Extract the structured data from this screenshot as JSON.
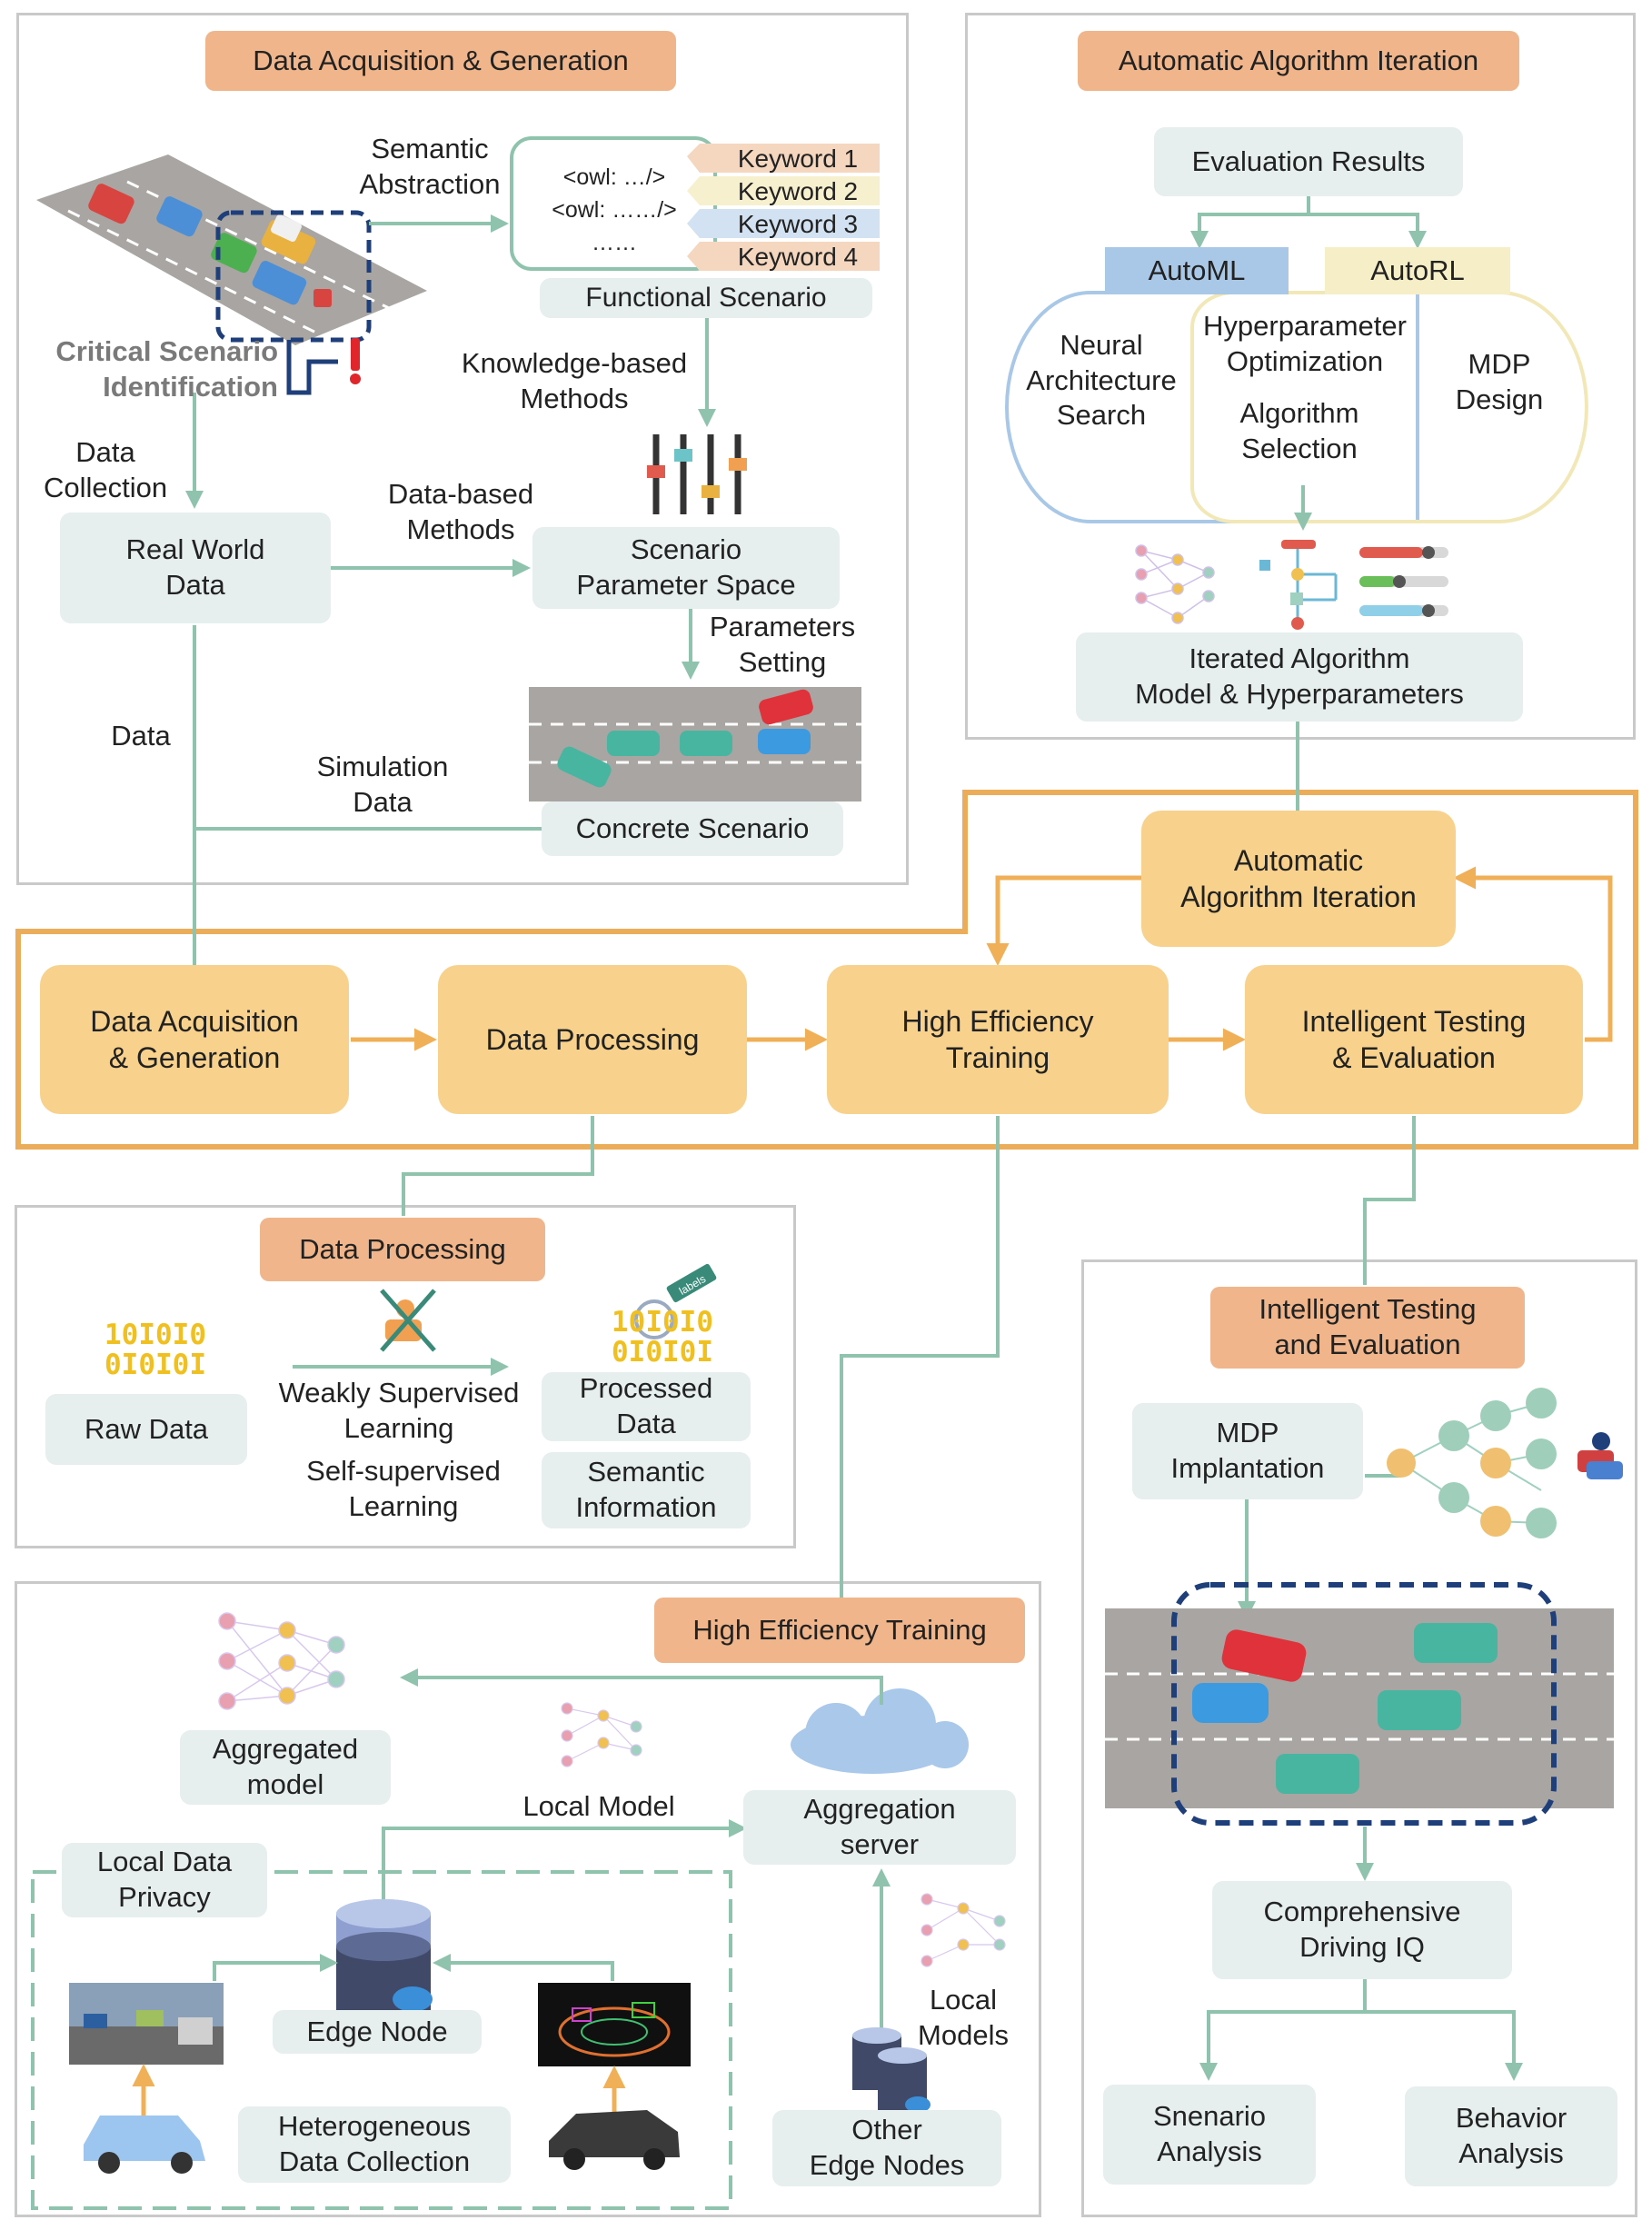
{
  "colors": {
    "teal": "#8fc3ae",
    "orange_arrow": "#f0b058",
    "header": "#f0b58a",
    "box": "#e6eeee",
    "process_box": "#f8d28c",
    "process_border": "#ecad5a",
    "automl": "#a9c8e8",
    "autorl": "#f6eec6",
    "road": "#a8a5a3",
    "dashed_blue": "#1f3f7a"
  },
  "center_flow": {
    "data_acq": "Data Acquisition\n& Generation",
    "data_proc": "Data Processing",
    "training": "High Efficiency\nTraining",
    "testing": "Intelligent Testing\n&  Evaluation",
    "auto_iter": "Automatic\nAlgorithm Iteration"
  },
  "acq_panel": {
    "header": "Data Acquisition & Generation",
    "semantic_abstraction": "Semantic\nAbstraction",
    "owl_lines": [
      "<owl: …/>",
      "<owl: ……/>",
      "……"
    ],
    "keywords": [
      "Keyword 1",
      "Keyword 2",
      "Keyword 3",
      "Keyword 4"
    ],
    "functional_scenario": "Functional Scenario",
    "critical": "Critical Scenario\nIdentification",
    "knowledge": "Knowledge-based\nMethods",
    "data_collection": "Data\nCollection",
    "real_world": "Real World\nData",
    "data_based": "Data-based\nMethods",
    "param_space": "Scenario\nParameter Space",
    "params_setting": "Parameters\nSetting",
    "data": "Data",
    "simulation_data": "Simulation\nData",
    "concrete": "Concrete Scenario"
  },
  "iter_panel": {
    "header": "Automatic Algorithm Iteration",
    "eval_results": "Evaluation Results",
    "automl": "AutoML",
    "autorl": "AutoRL",
    "nas": "Neural\nArchitecture\nSearch",
    "hpo": "Hyperparameter\nOptimization",
    "algo_sel": "Algorithm\nSelection",
    "mdp_design": "MDP\nDesign",
    "iterated": "Iterated Algorithm\nModel & Hyperparameters"
  },
  "proc_panel": {
    "header": "Data Processing",
    "binary1": "10I0I0\n0I0I0I",
    "binary2": "10I0I0\n0I0I0I",
    "labels_tag": "labels",
    "raw_data": "Raw Data",
    "weakly": "Weakly Supervised\nLearning",
    "self_sup": "Self-supervised\nLearning",
    "processed": "Processed\nData",
    "semantic": "Semantic\nInformation"
  },
  "train_panel": {
    "header": "High Efficiency Training",
    "aggregated": "Aggregated\nmodel",
    "local_model": "Local Model",
    "agg_server": "Aggregation\nserver",
    "privacy": "Local Data\nPrivacy",
    "edge_node": "Edge Node",
    "local_models": "Local\nModels",
    "hetero": "Heterogeneous\nData Collection",
    "other_edge": "Other\nEdge Nodes"
  },
  "test_panel": {
    "header": "Intelligent Testing\nand Evaluation",
    "mdp_impl": "MDP\nImplantation",
    "driving_iq": "Comprehensive\nDriving IQ",
    "scenario_analysis": "Snenario\nAnalysis",
    "behavior_analysis": "Behavior\nAnalysis"
  }
}
